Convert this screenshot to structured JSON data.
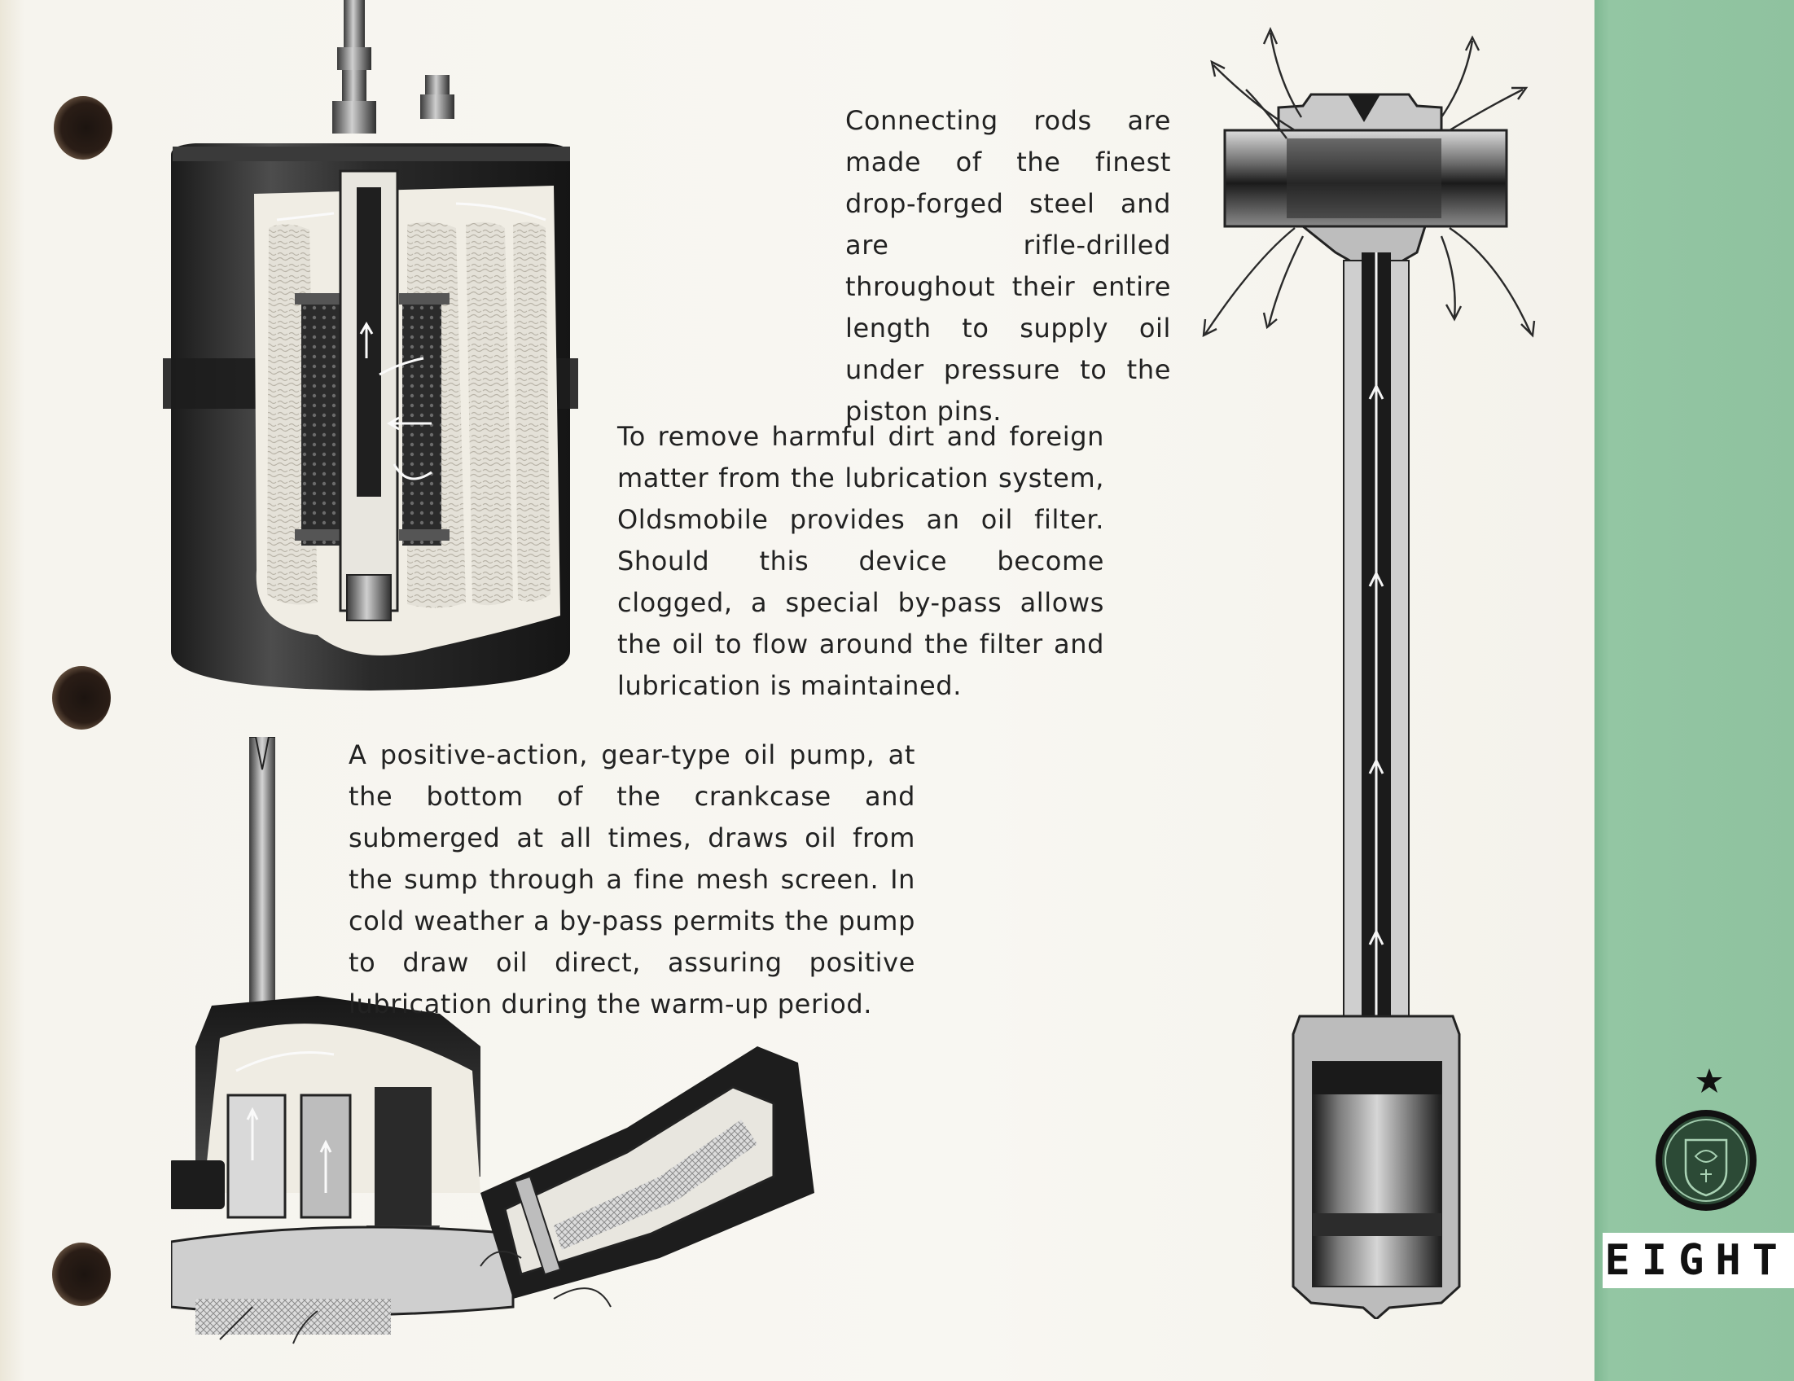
{
  "captions": {
    "connecting_rods": "Connecting rods are made of the finest drop-forged steel and are rifle-drilled throughout their entire length to supply oil under pressure to the piston pins.",
    "oil_filter": "To remove harmful dirt and foreign matter from the lubrication system, Oldsmobile provides an oil filter. Should this device become clogged, a special by-pass allows the oil to flow around the filter and lubrication is maintained.",
    "oil_pump": "A positive-action, gear-type oil pump, at the bottom of the crankcase and submerged at all times, draws oil from the sump through a fine mesh screen. In cold weather a by-pass permits the pump to draw oil direct, assuring positive lubrication during the warm-up period."
  },
  "section_label": "EIGHT",
  "illustrations": {
    "oil_filter": "oil-filter-cutaway",
    "oil_pump": "oil-pump-cutaway",
    "connecting_rod": "connecting-rod-cutaway"
  },
  "colors": {
    "green_band": "#8fc29f",
    "page": "#f6f4ee",
    "ink": "#222222"
  }
}
